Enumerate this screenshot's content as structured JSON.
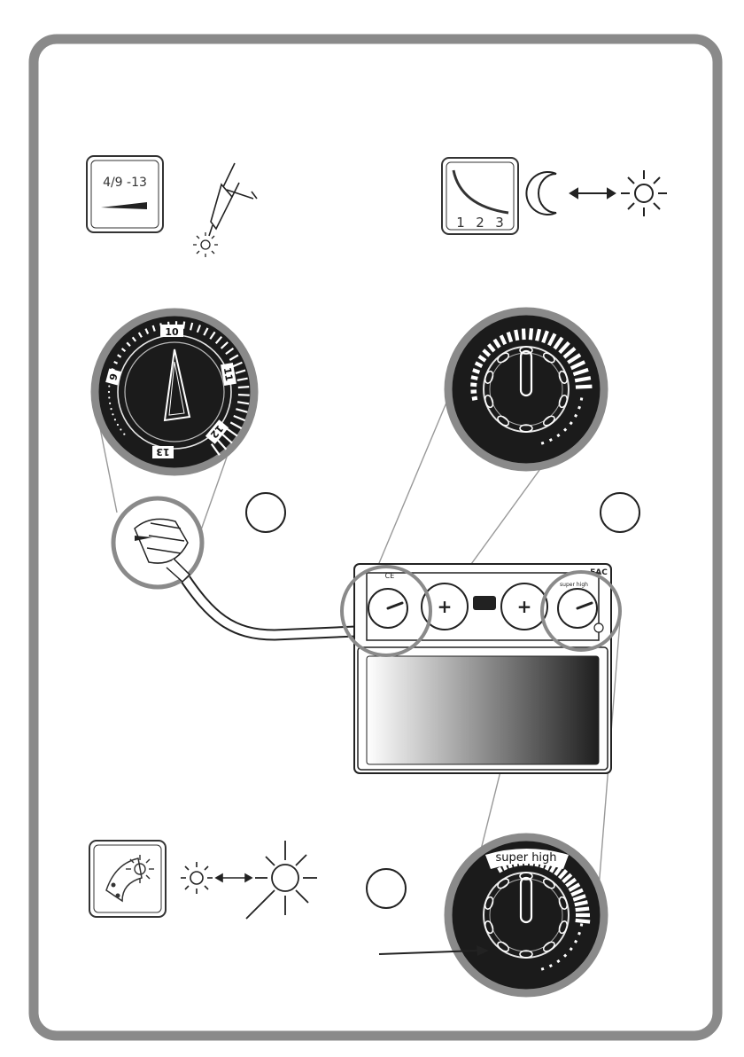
{
  "shade_icon": {
    "text": "4/9 -13"
  },
  "delay_icon": {
    "marks": [
      "1",
      "2",
      "3"
    ]
  },
  "shade_dial": {
    "marks": [
      "10",
      "11",
      "12",
      "13",
      "9"
    ]
  },
  "filter": {
    "brand": "CE",
    "mark": "EAC"
  },
  "sensitivity_dial": {
    "label": "super high"
  },
  "small_label": {
    "text": "super high"
  },
  "colors": {
    "frame": "#8a8a8a",
    "dial": "#1b1b1b",
    "ring": "#8a8a8a"
  }
}
